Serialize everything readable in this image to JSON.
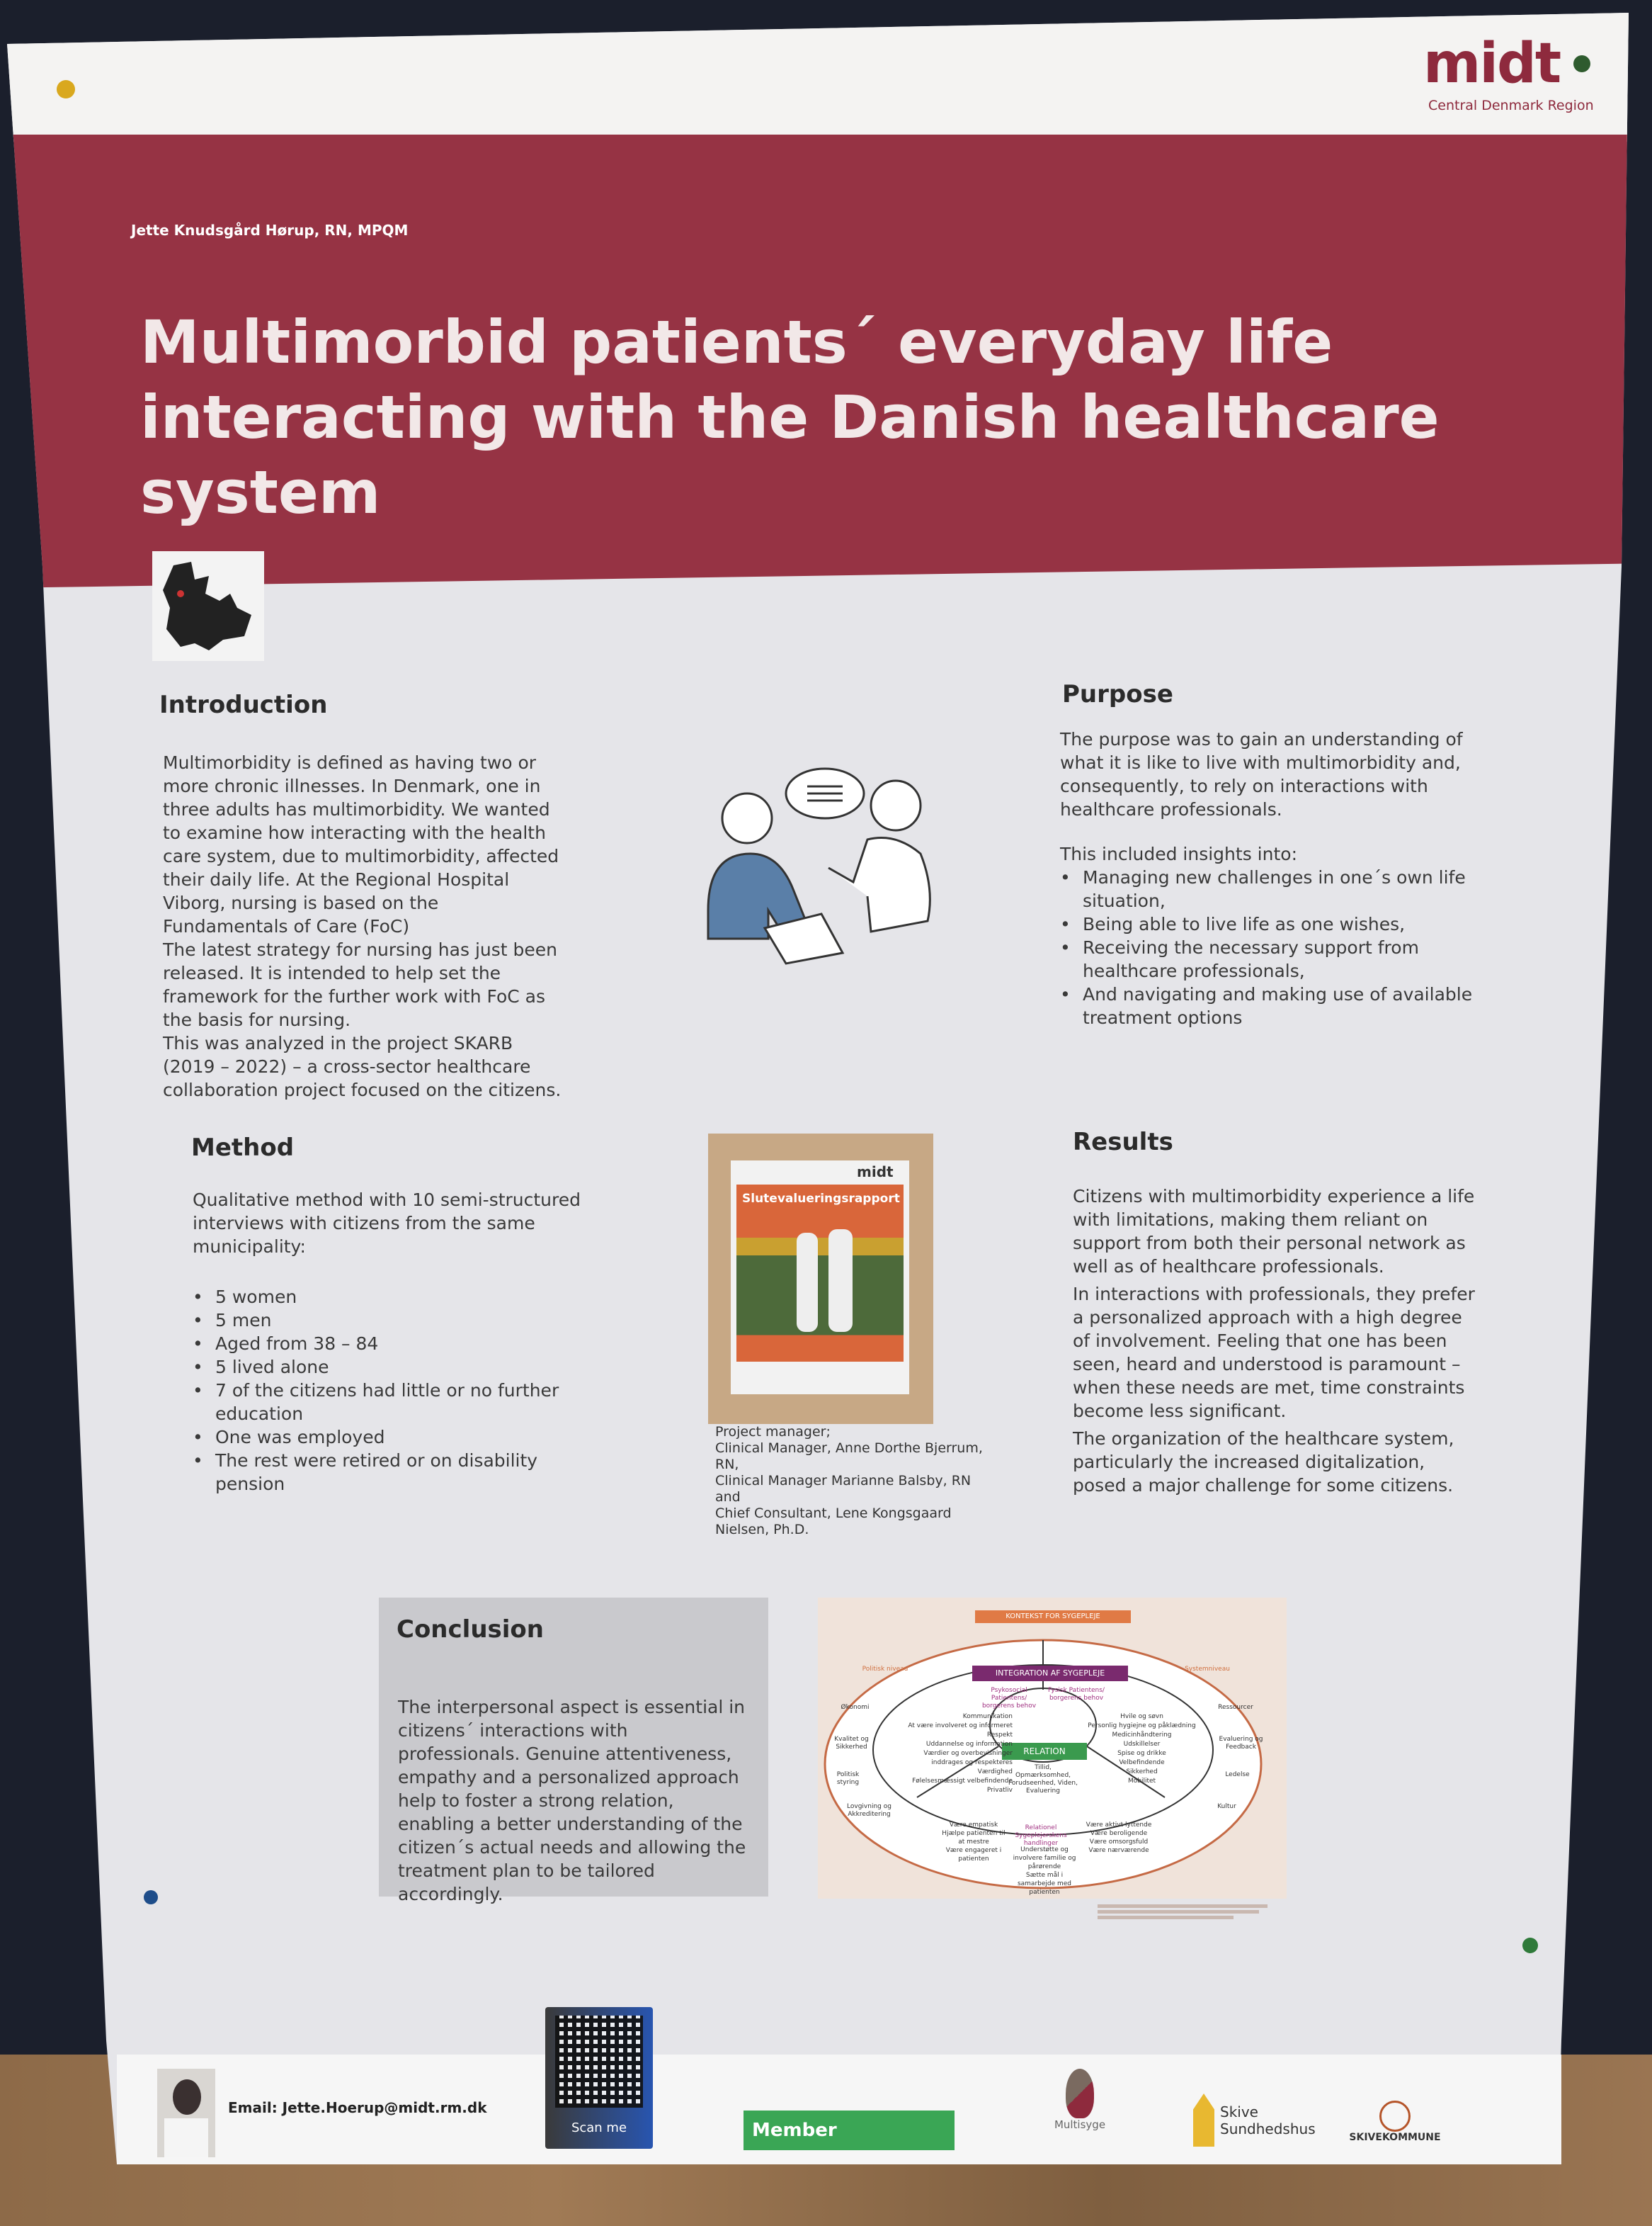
{
  "logo": {
    "text": "midt",
    "subtitle": "Central Denmark Region"
  },
  "author": "Jette Knudsgård Hørup, RN, MPQM",
  "title": [
    "Multimorbid patients´ everyday life",
    "interacting with the Danish healthcare",
    "system"
  ],
  "introduction": {
    "heading": "Introduction",
    "lines": [
      "Multimorbidity is defined as having two or",
      "more chronic illnesses. In Denmark, one in",
      "three adults has multimorbidity. We wanted",
      "to examine how interacting with the health",
      "care system, due to multimorbidity, affected",
      "their daily life. At the Regional Hospital",
      "Viborg, nursing is based on the",
      "Fundamentals of Care (FoC)",
      "The latest strategy for nursing has just been",
      "released. It is intended to help set the",
      "framework for the further work with FoC as",
      "the basis for nursing.",
      "This was analyzed in the project SKARB",
      "(2019 – 2022) – a cross-sector healthcare",
      "collaboration project focused on the citizens."
    ]
  },
  "purpose": {
    "heading": "Purpose",
    "intro": "The purpose was to gain an understanding of what it is like to live with multimorbidity and, consequently, to rely on interactions with healthcare professionals.",
    "lead": "This included insights into:",
    "items": [
      "Managing new challenges in one´s own life situation,",
      "Being able to live life as one wishes,",
      "Receiving the necessary support from healthcare professionals,",
      "And navigating and making use of available treatment options"
    ]
  },
  "method": {
    "heading": "Method",
    "intro": "Qualitative method with 10 semi-structured interviews with citizens from the same municipality:",
    "items": [
      "5 women",
      "5 men",
      "Aged from 38 – 84",
      "5 lived alone",
      "7 of the citizens had little or no further education",
      "One was employed",
      "The rest were retired or on disability pension"
    ]
  },
  "report": {
    "logo": "midt",
    "title": "Slutevalueringsrapport",
    "caption": [
      "Project manager;",
      "Clinical Manager, Anne Dorthe Bjerrum,",
      "RN,",
      "Clinical Manager Marianne Balsby, RN",
      "and",
      "Chief Consultant, Lene Kongsgaard",
      "Nielsen, Ph.D."
    ]
  },
  "results": {
    "heading": "Results",
    "paragraphs": [
      "Citizens with multimorbidity experience a life with limitations, making them reliant on support from both their personal network as well as of healthcare professionals.",
      "In interactions with professionals, they prefer a personalized approach with a high degree of involvement. Feeling that one has been seen, heard and understood is paramount – when these needs are met, time constraints become less significant.",
      "The organization of the healthcare system, particularly the increased digitalization, posed a major challenge for some citizens."
    ]
  },
  "conclusion": {
    "heading": "Conclusion",
    "text": "The interpersonal aspect is essential in citizens´ interactions with professionals. Genuine attentiveness, empathy and a personalized approach help to foster a strong relation, enabling a better understanding of the citizen´s actual needs and allowing the treatment plan to be tailored accordingly."
  },
  "diagram": {
    "context": "KONTEKST FOR SYGEPLEJE",
    "integration": "INTEGRATION AF SYGEPLEJE",
    "relation": "RELATION",
    "core": "Tillid, Opmærksomhed, Forudseenhed, Viden, Evaluering",
    "psychosocial": "Psykosocial Patientens/ borgerens behov",
    "physical": "Fysisk Patientens/ borgerens behov",
    "relational": "Relationel Sygeplejerskens handlinger",
    "political": "Politisk niveau",
    "system": "Systemniveau",
    "left_outer": [
      "Økonomi",
      "Kvalitet og Sikkerhed",
      "Politisk styring",
      "Lovgivning og Akkreditering"
    ],
    "right_outer": [
      "Ressourcer",
      "Evaluering og Feedback",
      "Ledelse",
      "Kultur"
    ],
    "left_inner": [
      "Kommunikation",
      "At være involveret og informeret",
      "Respekt",
      "Uddannelse og information",
      "Værdier og overbevisninger inddrages og respekteres",
      "Værdighed",
      "Følelsesmæssigt velbefindende",
      "Privatliv"
    ],
    "right_inner": [
      "Hvile og søvn",
      "Personlig hygiejne og påklædning",
      "Medicinhåndtering",
      "Udskillelser",
      "Spise og drikke",
      "Velbefindende",
      "Sikkerhed",
      "Mobilitet"
    ],
    "bottom": [
      "Være empatisk",
      "Hjælpe patienten til at mestre",
      "Være engageret i patienten",
      "Understøtte og involvere familie og pårørende",
      "Sætte mål i samarbejde med patienten",
      "Være aktivt lyttende",
      "Være beroligende",
      "Være omsorgsfuld",
      "Være nærværende"
    ]
  },
  "footer": {
    "email": "Email: Jette.Hoerup@midt.rm.dk",
    "qr_label": "Scan me",
    "member": "Member",
    "logos": [
      "Multisyge",
      "Skive Sundhedshus",
      "SKIVEKOMMUNE"
    ]
  },
  "colors": {
    "maroon": "#963344",
    "diagram_purple": "#7a2a6e",
    "diagram_green": "#3a9a4e",
    "diagram_orange": "#e07a45"
  }
}
